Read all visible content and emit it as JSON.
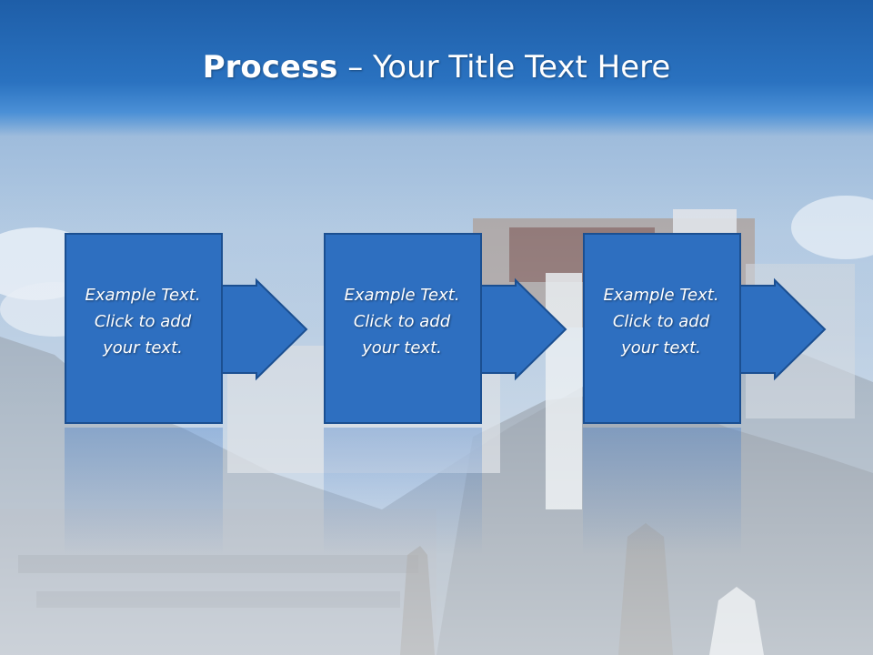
{
  "slide": {
    "title_bold": "Process",
    "title_rest": " – Your Title Text Here",
    "steps": [
      {
        "text": "Example Text.\nClick  to add\nyour text."
      },
      {
        "text": "Example Text.\nClick  to add\nyour text."
      },
      {
        "text": "Example Text.\nClick  to add\nyour text."
      }
    ],
    "colors": {
      "box_fill": "#2e6fc0",
      "box_stroke": "#1b4f91",
      "title_bar": "#1e5ea8"
    }
  }
}
